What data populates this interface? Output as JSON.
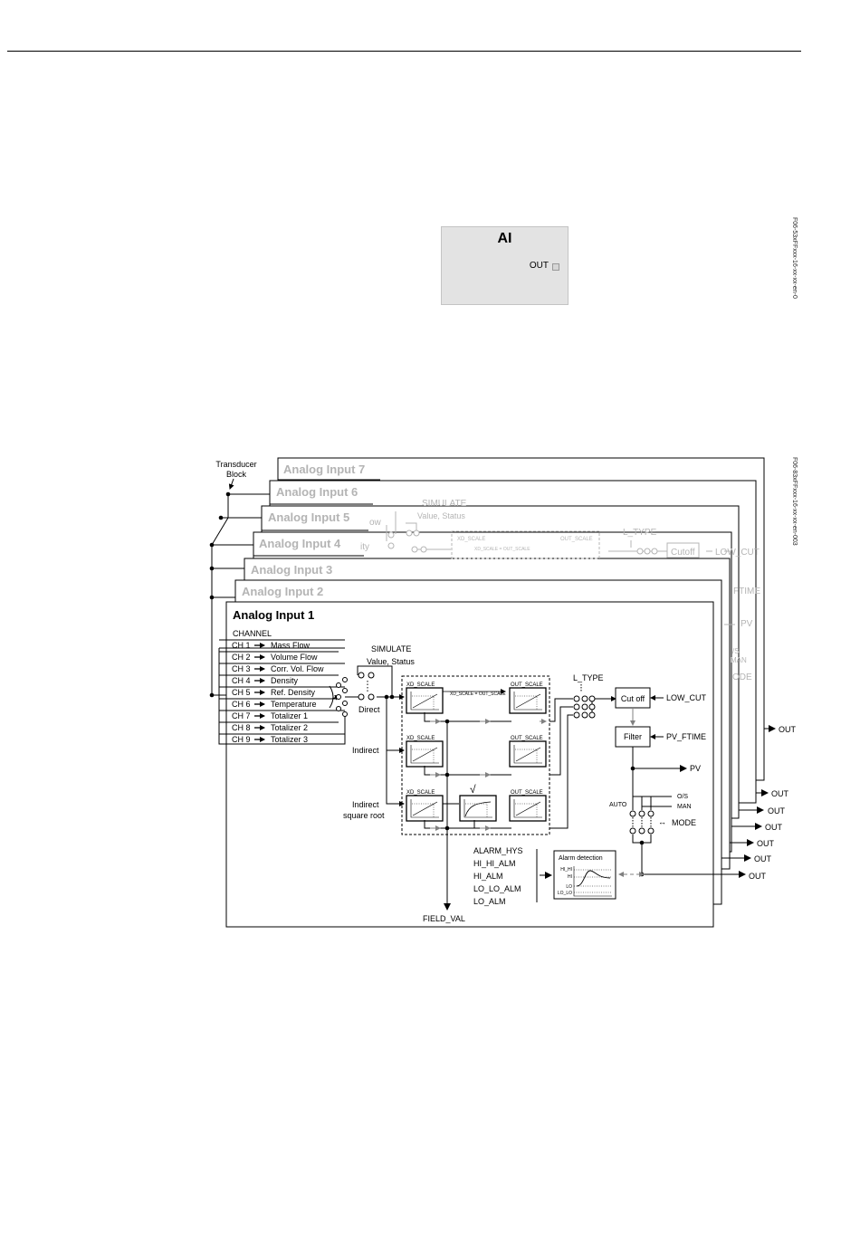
{
  "ai_block": {
    "title": "AI",
    "out_label": "OUT",
    "figure_id": "F06-53xFFxxx-16-xx-xx-en-0"
  },
  "diagram": {
    "figure_id": "F06-83xFFxxx-16-xx-xx-en-003",
    "transducer_label_line1": "Transducer",
    "transducer_label_line2": "Block",
    "stack_titles": [
      "Analog Input 7",
      "Analog Input 6",
      "Analog Input 5",
      "Analog Input 4",
      "Analog Input 3",
      "Analog Input 2"
    ],
    "main_title": "Analog Input 1",
    "channel_header": "CHANNEL",
    "channels": [
      {
        "ch": "CH 1",
        "name": "Mass Flow"
      },
      {
        "ch": "CH 2",
        "name": "Volume Flow"
      },
      {
        "ch": "CH 3",
        "name": "Corr. Vol. Flow"
      },
      {
        "ch": "CH 4",
        "name": "Density"
      },
      {
        "ch": "CH 5",
        "name": "Ref. Density"
      },
      {
        "ch": "CH 6",
        "name": "Temperature"
      },
      {
        "ch": "CH 7",
        "name": "Totalizer 1"
      },
      {
        "ch": "CH 8",
        "name": "Totalizer 2"
      },
      {
        "ch": "CH 9",
        "name": "Totalizer 3"
      }
    ],
    "simulate": "SIMULATE",
    "simulate_sub": "Value, Status",
    "direct": "Direct",
    "indirect": "Indirect",
    "indirect_sqrt_1": "Indirect",
    "indirect_sqrt_2": "square root",
    "xd_scale": "XD_SCALE",
    "out_scale": "OUT_SCALE",
    "xd_eq_out": "XD_SCALE = OUT_SCALE",
    "sqrt_symbol": "√",
    "l_type": "L_TYPE",
    "cut_off": "Cut off",
    "low_cut": "LOW_CUT",
    "filter": "Filter",
    "pv_ftime": "PV_FTIME",
    "pv": "PV",
    "auto": "AUTO",
    "os": "O/S",
    "man": "MAN",
    "mode": "MODE",
    "mode_arrow": "↔",
    "alarm_params": [
      "ALARM_HYS",
      "HI_HI_ALM",
      "HI_ALM",
      "LO_LO_ALM",
      "LO_ALM"
    ],
    "alarm_detection": "Alarm detection",
    "alarm_levels": [
      "HI_HI",
      "HI",
      "LO",
      "LO_LO"
    ],
    "field_val": "FIELD_VAL",
    "out_label": "OUT",
    "bg_simulate": "SIMULATE",
    "bg_simulate_sub": "Value, Status",
    "bg_xd_scale": "XD_SCALE",
    "bg_out_scale": "OUT_SCALE",
    "bg_xd_eq_out": "XD_SCALE = OUT_SCALE",
    "bg_l_type": "L_TYPE",
    "bg_cutoff": "Cutoff",
    "bg_low_cut": "LOW_CUT",
    "bg_ftime": "FTIME",
    "bg_pv": "PV",
    "bg_os": "/S",
    "bg_man": "MAN",
    "bg_mode": "ODE",
    "bg_frag_ow": "ow",
    "bg_frag_ity": "ity"
  },
  "colors": {
    "frame": "#000000",
    "fill": "#ffffff",
    "ghost_text": "#b4b4b4",
    "arrow_gray": "#808080",
    "block_bg": "#e3e3e3"
  }
}
